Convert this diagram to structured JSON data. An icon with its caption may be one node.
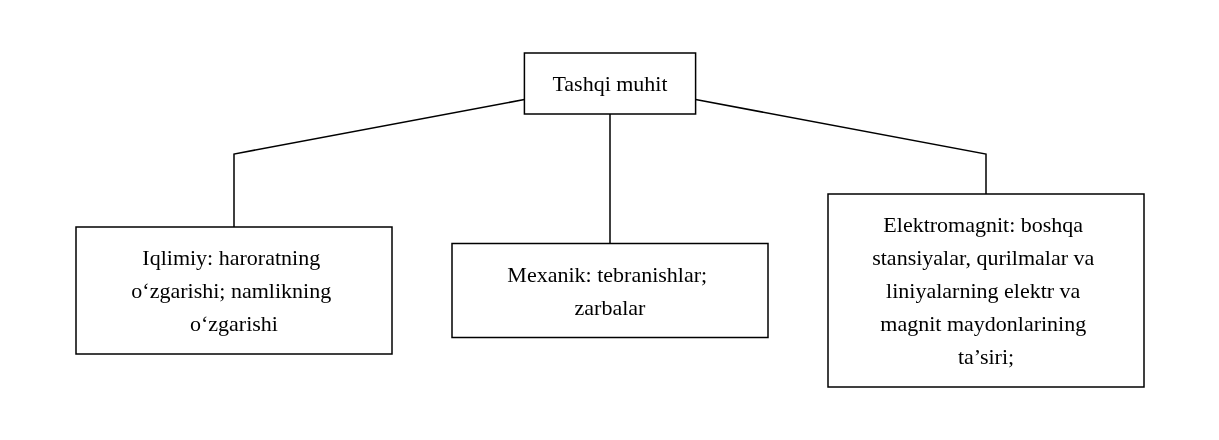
{
  "diagram": {
    "nodes": [
      {
        "text": [
          "Tashqi muhit"
        ]
      },
      {
        "text": [
          "Iqlimiy: haroratning o‘zgarishi; namlikning o‘zgarishi"
        ]
      },
      {
        "text": [
          "Mexanik: tebranishlar; zarbalar"
        ]
      },
      {
        "text": [
          "Elektromagnit: boshqa stansiyalar, qurilmalar va liniyalarning elektr va magnit maydonlarining ta’siri;"
        ]
      }
    ],
    "edges": [
      {
        "from": 0,
        "to": 1,
        "arrow": "none"
      },
      {
        "from": 0,
        "to": 2,
        "arrow": "none"
      },
      {
        "from": 0,
        "to": 3,
        "arrow": "none"
      }
    ]
  }
}
